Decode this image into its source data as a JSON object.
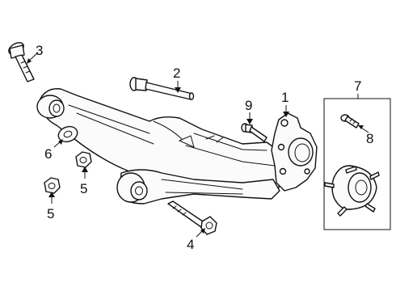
{
  "callouts": {
    "c1": "1",
    "c2": "2",
    "c3": "3",
    "c4": "4",
    "c5a": "5",
    "c5b": "5",
    "c6": "6",
    "c7": "7",
    "c8": "8",
    "c9": "9"
  },
  "colors": {
    "line": "#111111",
    "fill": "#fbfbfb",
    "background": "#ffffff"
  }
}
